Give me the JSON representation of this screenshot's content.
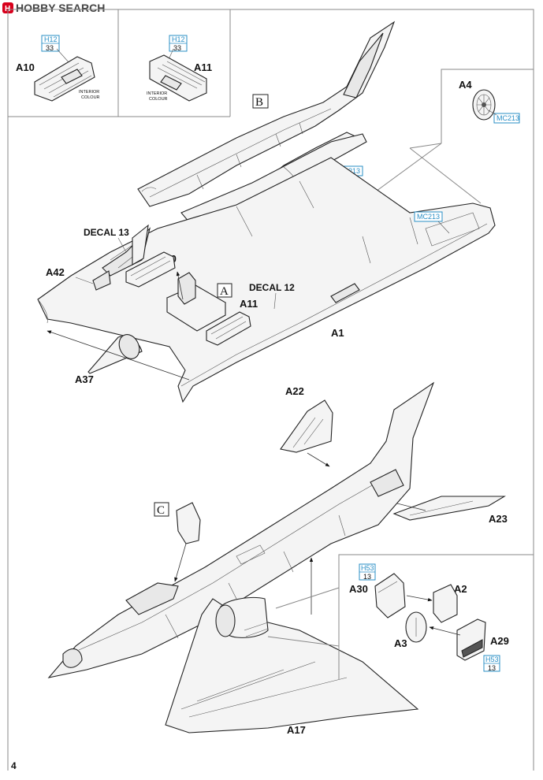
{
  "watermark": "HOBBY SEARCH",
  "page_number": "4",
  "steps": {
    "b": "B",
    "a": "A",
    "c": "C"
  },
  "inset_parts": {
    "left": {
      "label": "A10",
      "paint_code": "H12",
      "paint_number": "33",
      "note_line1": "INTERIOR",
      "note_line2": "COLOUR"
    },
    "right": {
      "label": "A11",
      "paint_code": "H12",
      "paint_number": "33",
      "note_line1": "INTERIOR",
      "note_line2": "COLOUR"
    }
  },
  "wheel_inset": {
    "label": "A4",
    "paint": "MC213"
  },
  "fuselage_section": {
    "paint_intake": "MC213",
    "paint_wheel": "MC213",
    "label_a4": "A4",
    "label_decal13": "DECAL 13",
    "label_a10": "A10",
    "label_a42": "A42",
    "label_decal12": "DECAL 12",
    "label_a11": "A11",
    "label_a1": "A1",
    "label_a37": "A37"
  },
  "completed_section": {
    "label_a22": "A22",
    "label_a23": "A23",
    "label_a17": "A17"
  },
  "exhaust_inset": {
    "paint_top_code": "H53",
    "paint_top_number": "13",
    "label_a30": "A30",
    "label_a2": "A2",
    "label_a3": "A3",
    "label_a29": "A29",
    "paint_bottom_code": "H53",
    "paint_bottom_number": "13"
  }
}
